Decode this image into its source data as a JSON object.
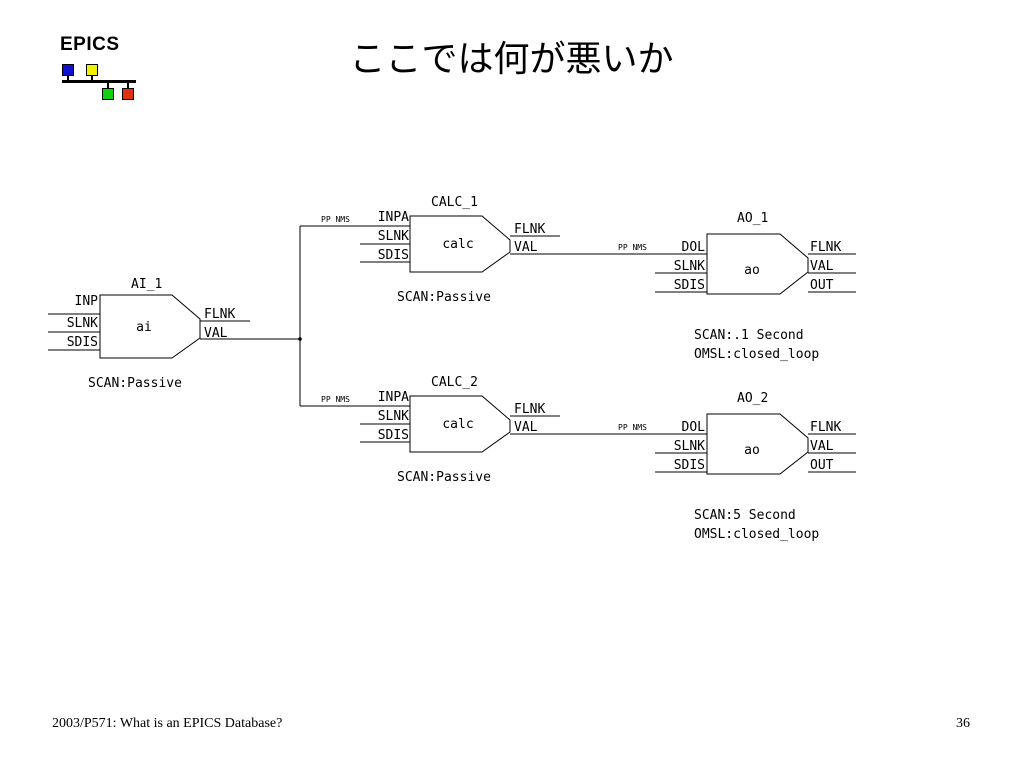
{
  "logo": {
    "text": "EPICS"
  },
  "slide": {
    "title": "ここでは何が悪いか"
  },
  "footer": {
    "left": "2003/P571: What is an EPICS Database?",
    "page": "36"
  },
  "colors": {
    "logo_blue": "#1010d0",
    "logo_yellow": "#f0f000",
    "logo_green": "#10d010",
    "logo_red": "#e03010"
  },
  "records": {
    "ai_1": {
      "name": "AI_1",
      "type": "ai",
      "left_fields": [
        "INP",
        "SLNK",
        "SDIS"
      ],
      "right_fields": [
        "FLNK",
        "VAL"
      ],
      "props": [
        "SCAN:Passive"
      ]
    },
    "calc_1": {
      "name": "CALC_1",
      "type": "calc",
      "left_fields": [
        "INPA",
        "SLNK",
        "SDIS"
      ],
      "right_fields": [
        "FLNK",
        "VAL"
      ],
      "props": [
        "SCAN:Passive"
      ]
    },
    "calc_2": {
      "name": "CALC_2",
      "type": "calc",
      "left_fields": [
        "INPA",
        "SLNK",
        "SDIS"
      ],
      "right_fields": [
        "FLNK",
        "VAL"
      ],
      "props": [
        "SCAN:Passive"
      ]
    },
    "ao_1": {
      "name": "AO_1",
      "type": "ao",
      "left_fields": [
        "DOL",
        "SLNK",
        "SDIS"
      ],
      "right_fields": [
        "FLNK",
        "VAL",
        "OUT"
      ],
      "props": [
        "SCAN:.1 Second",
        "OMSL:closed_loop"
      ]
    },
    "ao_2": {
      "name": "AO_2",
      "type": "ao",
      "left_fields": [
        "DOL",
        "SLNK",
        "SDIS"
      ],
      "right_fields": [
        "FLNK",
        "VAL",
        "OUT"
      ],
      "props": [
        "SCAN:5 Second",
        "OMSL:closed_loop"
      ]
    }
  },
  "links": [
    {
      "from": "AI_1.VAL",
      "to": "CALC_1.INPA",
      "attr": "PP NMS"
    },
    {
      "from": "AI_1.VAL",
      "to": "CALC_2.INPA",
      "attr": "PP NMS"
    },
    {
      "from": "CALC_1.VAL",
      "to": "AO_1.DOL",
      "attr": "PP NMS"
    },
    {
      "from": "CALC_2.VAL",
      "to": "AO_2.DOL",
      "attr": "PP NMS"
    }
  ]
}
